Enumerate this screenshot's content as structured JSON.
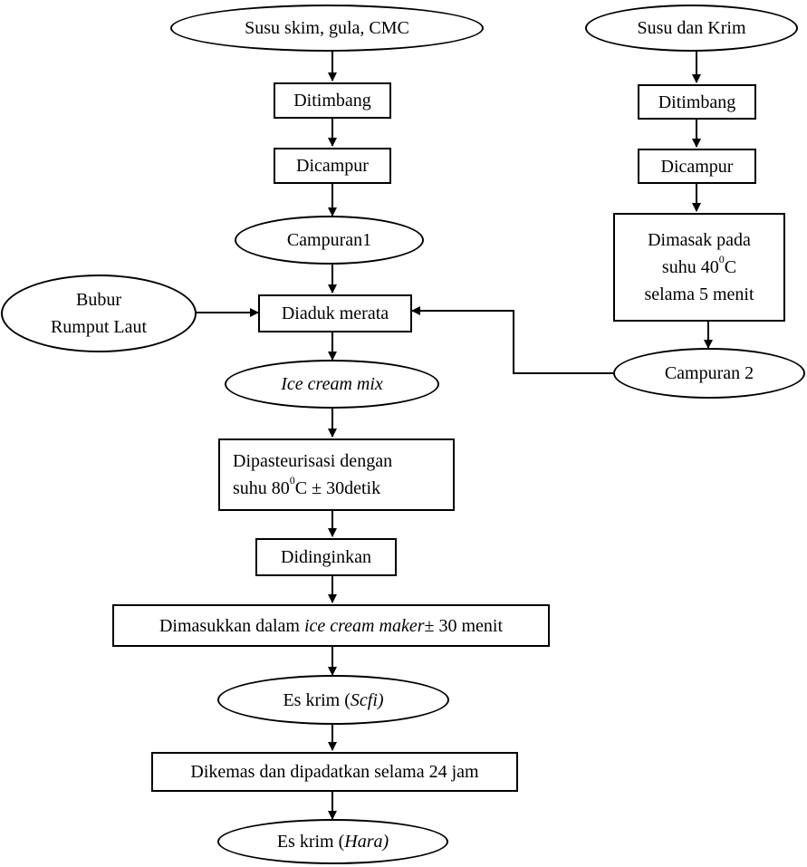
{
  "nodes": {
    "susu_skim": "Susu skim, gula, CMC",
    "ditimbang_left": "Ditimbang",
    "dicampur_left": "Dicampur",
    "campuran1": "Campuran1",
    "bubur_line1": "Bubur",
    "bubur_line2": "Rumput Laut",
    "diaduk": "Diaduk merata",
    "ice_cream_mix": "Ice cream mix",
    "pasteur_line1": "Dipasteurisasi dengan",
    "pasteur_line2_pre": "suhu 80",
    "pasteur_line2_sup": "0",
    "pasteur_line2_post": "C  ± 30detik",
    "didinginkan": "Didinginkan",
    "maker_pre": "Dimasukkan dalam ",
    "maker_italic": "ice  cream maker",
    "maker_post": "± 30 menit",
    "es_scfi_pre": "Es krim (",
    "es_scfi_italic": "Scfi)",
    "dikemas": "Dikemas dan dipadatkan selama 24 jam",
    "es_hara_pre": "Es krim (",
    "es_hara_italic": "Hara)",
    "susu_krim": "Susu dan Krim",
    "ditimbang_right": "Ditimbang",
    "dicampur_right": "Dicampur",
    "dimasak_line1": "Dimasak pada",
    "dimasak_line2_pre": "suhu 40",
    "dimasak_line2_sup": "0",
    "dimasak_line2_post": "C",
    "dimasak_line3": "selama 5 menit",
    "campuran2": "Campuran 2"
  }
}
